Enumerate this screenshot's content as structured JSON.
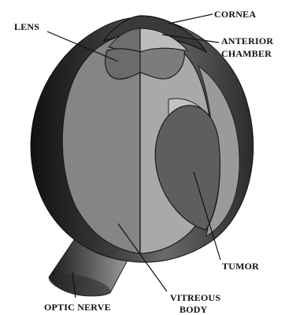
{
  "labels": {
    "cornea": "CORNEA",
    "lens": "LENS",
    "anterior_chamber_line1": "ANTERIOR",
    "anterior_chamber_line2": "CHAMBER",
    "tumor": "TUMOR",
    "optic_nerve": "OPTIC NERVE",
    "vitreous_line1": "VITREOUS",
    "vitreous_line2": "BODY"
  },
  "colors": {
    "outer_shell_dark": "#1e1e1e",
    "outer_shell_light": "#9a9a9a",
    "vitreous_left": "#858585",
    "vitreous_right": "#a9a9a9",
    "lens": "#6b6b6b",
    "anterior_chamber": "#bdbdbd",
    "tumor": "#5e5e5e",
    "sclera_cut": "#c8c8c8",
    "optic_nerve_dark": "#2a2a2a",
    "optic_nerve_light": "#9c9c9c"
  }
}
